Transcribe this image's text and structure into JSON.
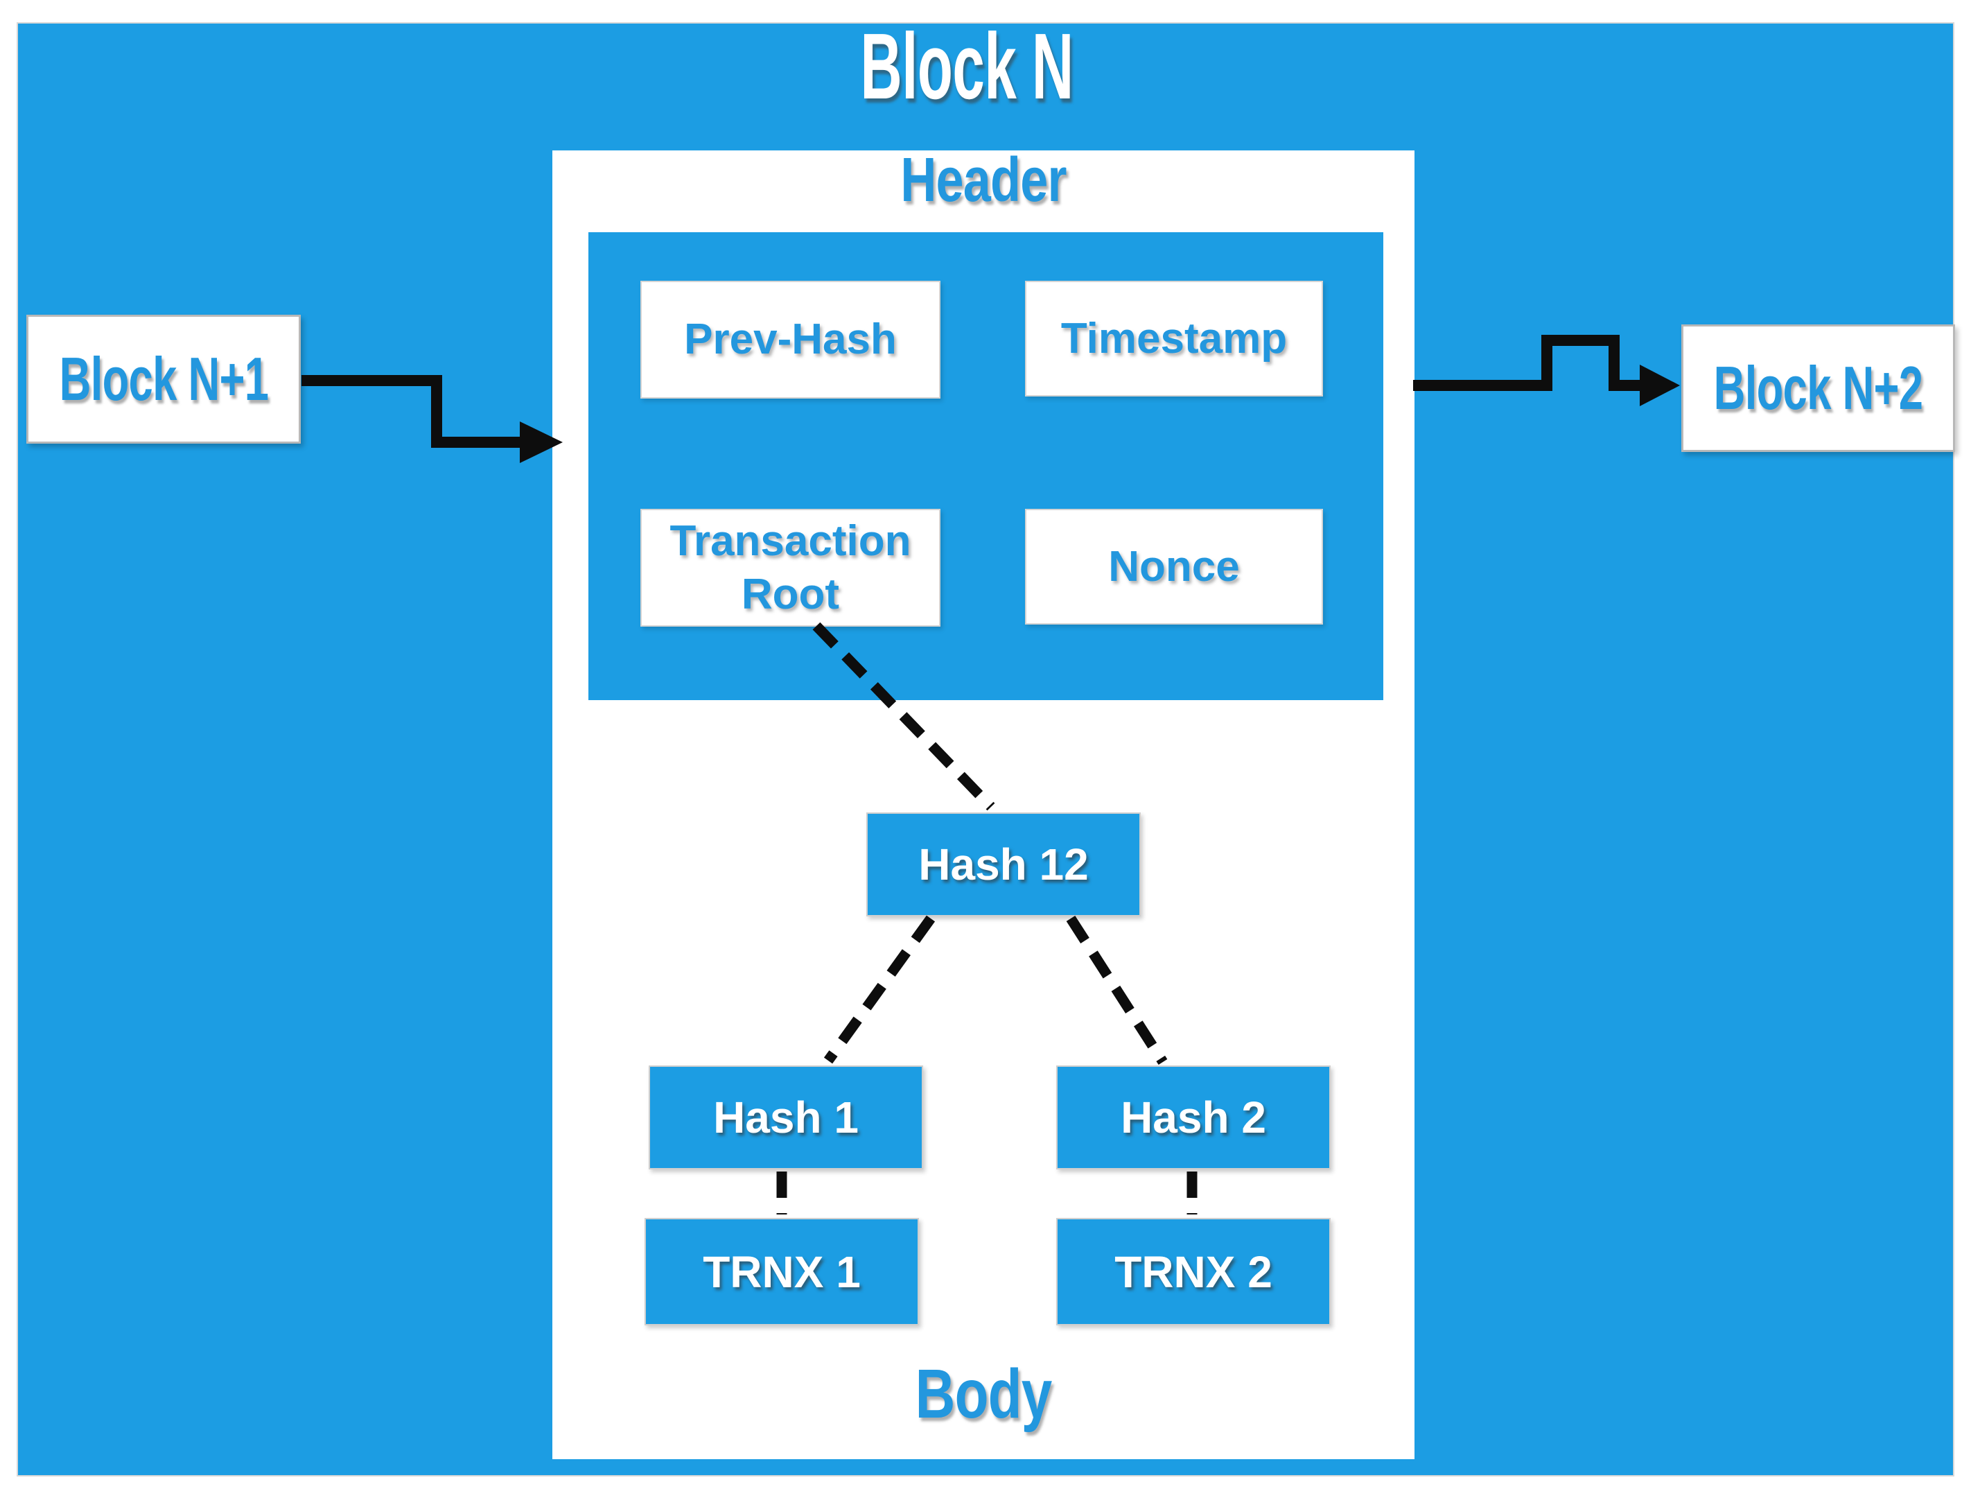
{
  "diagram": {
    "title": "Block N",
    "header": {
      "label": "Header",
      "fields": [
        {
          "label": "Prev-Hash"
        },
        {
          "label": "Timestamp"
        },
        {
          "label": "Transaction Root"
        },
        {
          "label": "Nonce"
        }
      ]
    },
    "merkle_tree": {
      "root": {
        "label": "Hash 12"
      },
      "hashes": [
        {
          "label": "Hash 1"
        },
        {
          "label": "Hash 2"
        }
      ],
      "transactions": [
        {
          "label": "TRNX 1"
        },
        {
          "label": "TRNX 2"
        }
      ]
    },
    "body_label": "Body",
    "left_block": {
      "label": "Block N+1"
    },
    "right_block": {
      "label": "Block N+2"
    },
    "colors": {
      "accent": "#1C9DE3",
      "text_blue": "#2397DE",
      "arrow": "#0d0d0d",
      "box_border": "#c8c8c8"
    }
  }
}
